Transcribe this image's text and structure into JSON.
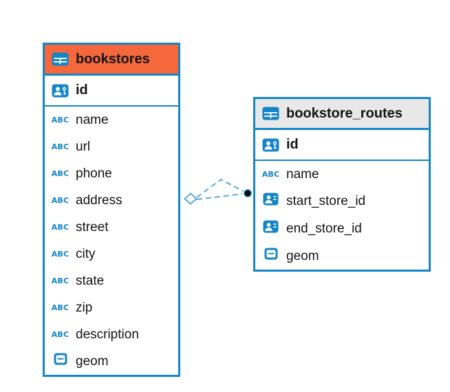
{
  "diagram": {
    "tables": [
      {
        "name": "bookstores",
        "header_bg": "#f4683c",
        "primary_key": {
          "name": "id"
        },
        "fields": [
          {
            "name": "name",
            "type": "text"
          },
          {
            "name": "url",
            "type": "text"
          },
          {
            "name": "phone",
            "type": "text"
          },
          {
            "name": "address",
            "type": "text"
          },
          {
            "name": "street",
            "type": "text"
          },
          {
            "name": "city",
            "type": "text"
          },
          {
            "name": "state",
            "type": "text"
          },
          {
            "name": "zip",
            "type": "text"
          },
          {
            "name": "description",
            "type": "text"
          },
          {
            "name": "geom",
            "type": "geometry"
          }
        ]
      },
      {
        "name": "bookstore_routes",
        "header_bg": "#e8e8e8",
        "primary_key": {
          "name": "id"
        },
        "fields": [
          {
            "name": "name",
            "type": "text"
          },
          {
            "name": "start_store_id",
            "type": "foreign-key"
          },
          {
            "name": "end_store_id",
            "type": "foreign-key"
          },
          {
            "name": "geom",
            "type": "geometry"
          }
        ]
      }
    ],
    "relationship": {
      "from_table": "bookstores",
      "to_table": "bookstore_routes",
      "line_style": "dashed",
      "from_marker": "diamond",
      "to_marker": "dot"
    },
    "colors": {
      "table_border": "#1385c8",
      "icon_blue": "#1385c8",
      "connector_line": "#5aa7dd",
      "header_orange": "#f4683c",
      "header_gray": "#e8e8e8",
      "text": "#141414"
    }
  }
}
